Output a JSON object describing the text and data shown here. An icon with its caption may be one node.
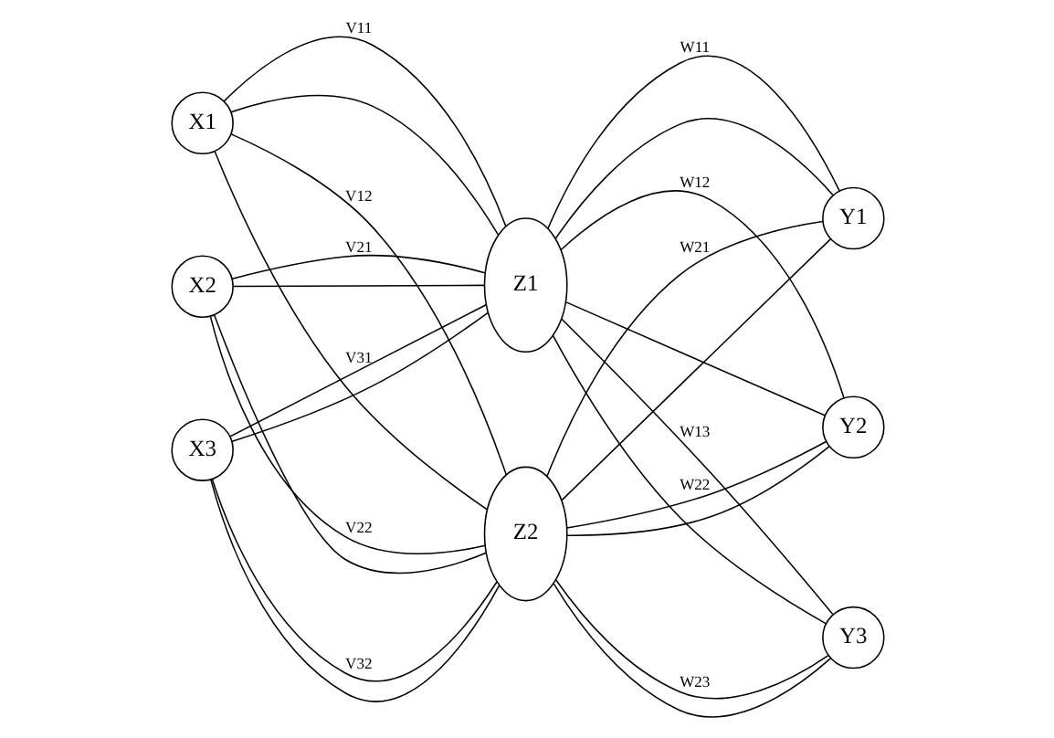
{
  "diagram": {
    "nodes": [
      {
        "text": [
          "X1"
        ]
      },
      {
        "text": [
          "X2"
        ]
      },
      {
        "text": [
          "X3"
        ]
      },
      {
        "text": [
          "Z1"
        ]
      },
      {
        "text": [
          "Z2"
        ]
      },
      {
        "text": [
          "Y1"
        ]
      },
      {
        "text": [
          "Y2"
        ]
      },
      {
        "text": [
          "Y3"
        ]
      }
    ],
    "edges": [
      {
        "from": 0,
        "to": 3,
        "arrow": "none",
        "label": "V11"
      },
      {
        "from": 0,
        "to": 3,
        "arrow": "none"
      },
      {
        "from": 0,
        "to": 4,
        "arrow": "none",
        "label": "V12"
      },
      {
        "from": 0,
        "to": 4,
        "arrow": "none"
      },
      {
        "from": 1,
        "to": 3,
        "arrow": "none",
        "label": "V21"
      },
      {
        "from": 1,
        "to": 3,
        "arrow": "none"
      },
      {
        "from": 1,
        "to": 4,
        "arrow": "none",
        "label": "V22"
      },
      {
        "from": 1,
        "to": 4,
        "arrow": "none"
      },
      {
        "from": 2,
        "to": 3,
        "arrow": "none",
        "label": "V31"
      },
      {
        "from": 2,
        "to": 3,
        "arrow": "none"
      },
      {
        "from": 2,
        "to": 4,
        "arrow": "none",
        "label": "V32"
      },
      {
        "from": 2,
        "to": 4,
        "arrow": "none"
      },
      {
        "from": 3,
        "to": 5,
        "arrow": "none",
        "label": "W11"
      },
      {
        "from": 3,
        "to": 5,
        "arrow": "none"
      },
      {
        "from": 3,
        "to": 6,
        "arrow": "none",
        "label": "W12"
      },
      {
        "from": 3,
        "to": 6,
        "arrow": "none"
      },
      {
        "from": 3,
        "to": 7,
        "arrow": "none",
        "label": "W13"
      },
      {
        "from": 3,
        "to": 7,
        "arrow": "none"
      },
      {
        "from": 4,
        "to": 5,
        "arrow": "none",
        "label": "W21"
      },
      {
        "from": 4,
        "to": 5,
        "arrow": "none"
      },
      {
        "from": 4,
        "to": 6,
        "arrow": "none",
        "label": "W22"
      },
      {
        "from": 4,
        "to": 6,
        "arrow": "none"
      },
      {
        "from": 4,
        "to": 7,
        "arrow": "none",
        "label": "W23"
      },
      {
        "from": 4,
        "to": 7,
        "arrow": "none"
      }
    ]
  }
}
